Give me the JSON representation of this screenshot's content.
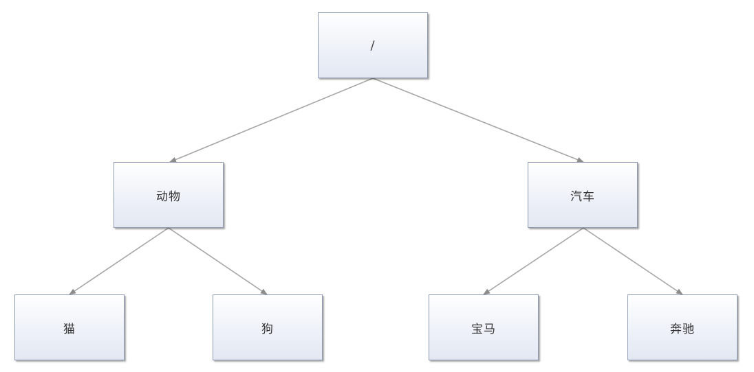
{
  "tree": {
    "root": {
      "label": "/"
    },
    "animals": {
      "label": "动物"
    },
    "cars": {
      "label": "汽车"
    },
    "cat": {
      "label": "猫"
    },
    "dog": {
      "label": "狗"
    },
    "bmw": {
      "label": "宝马"
    },
    "benz": {
      "label": "奔驰"
    }
  },
  "colors": {
    "edge": "#a6a6a6",
    "node_border": "#8e99b2"
  }
}
